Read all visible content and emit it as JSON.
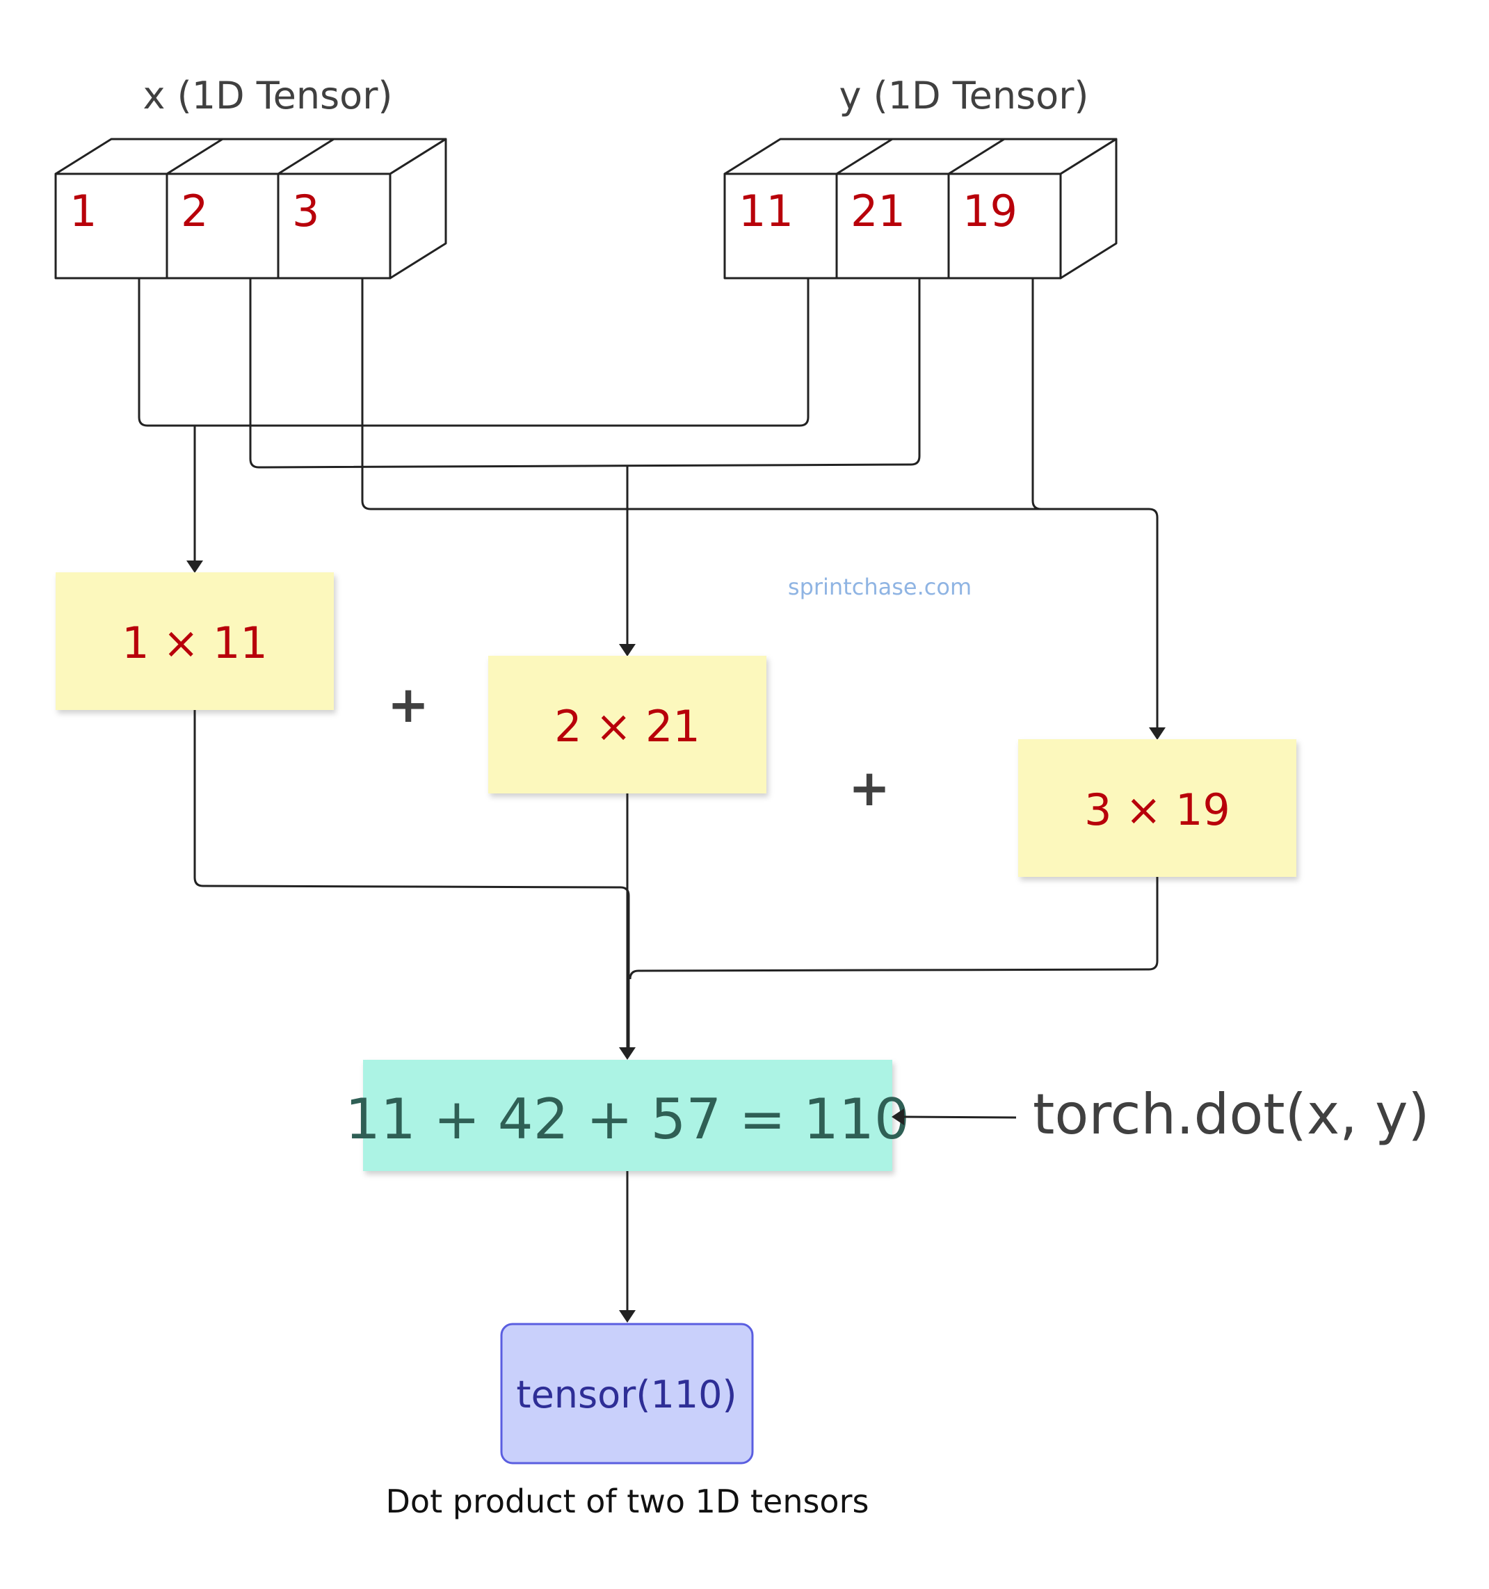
{
  "tensor_x": {
    "title": "x (1D Tensor)",
    "values": [
      "1",
      "2",
      "3"
    ]
  },
  "tensor_y": {
    "title": "y (1D Tensor)",
    "values": [
      "11",
      "21",
      "19"
    ]
  },
  "watermark": "sprintchase.com",
  "products": [
    {
      "label": "1 × 11"
    },
    {
      "label": "2 × 21"
    },
    {
      "label": "3 × 19"
    }
  ],
  "plus_signs": [
    "+",
    "+"
  ],
  "sum_box": {
    "label": "11 + 42 + 57 = 110"
  },
  "function_call": "torch.dot(x, y)",
  "result_box": {
    "label": "tensor(110)"
  },
  "caption": "Dot product of two 1D tensors",
  "colors": {
    "cell_value": "#b8000a",
    "product_fill": "#fcf8bd",
    "sum_fill": "#acf3e4",
    "result_fill": "#c9d0fb",
    "result_stroke": "#5a5ee0",
    "line": "#222222"
  }
}
